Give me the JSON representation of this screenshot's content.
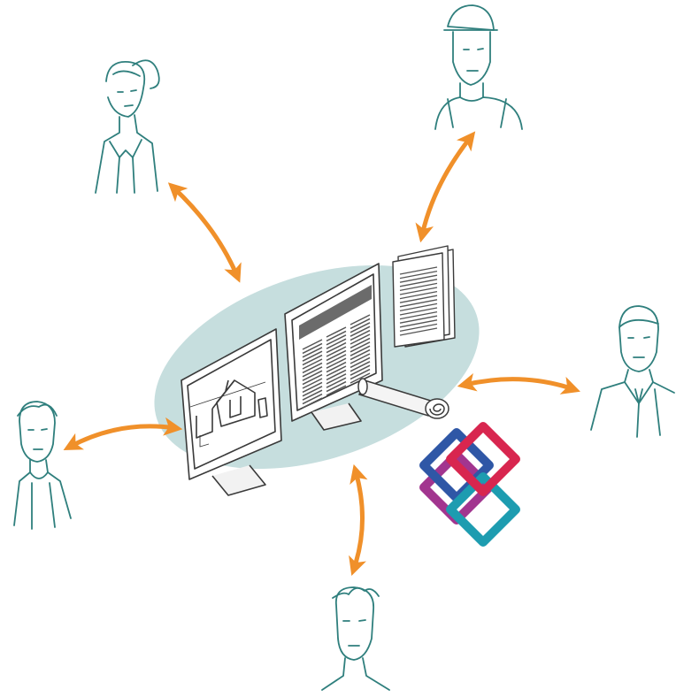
{
  "colors": {
    "arrow": "#f0902a",
    "sketch": "#2f7f7d",
    "ink": "#3a3a3a",
    "hub": "#c6dede",
    "logo_blue": "#2f57a6",
    "logo_red": "#d8264f",
    "logo_purple": "#a2358f",
    "logo_teal": "#1d9cb0"
  },
  "icons": {
    "central_hub": "shared-data-hub-icon",
    "logo": "interlocking-chain-logo"
  },
  "nodes": [
    {
      "id": "woman-top-left",
      "icon": "person-woman-icon"
    },
    {
      "id": "worker-hardhat-top-right",
      "icon": "person-hardhat-icon"
    },
    {
      "id": "man-tie-right",
      "icon": "person-tie-icon"
    },
    {
      "id": "man-bottom",
      "icon": "person-man-icon"
    },
    {
      "id": "man-left",
      "icon": "person-man-icon"
    }
  ],
  "connections": [
    {
      "from": "central_hub",
      "to": "woman-top-left",
      "bidirectional": true
    },
    {
      "from": "central_hub",
      "to": "worker-hardhat-top-right",
      "bidirectional": true
    },
    {
      "from": "central_hub",
      "to": "man-tie-right",
      "bidirectional": true
    },
    {
      "from": "central_hub",
      "to": "man-bottom",
      "bidirectional": true
    },
    {
      "from": "central_hub",
      "to": "man-left",
      "bidirectional": true
    }
  ]
}
